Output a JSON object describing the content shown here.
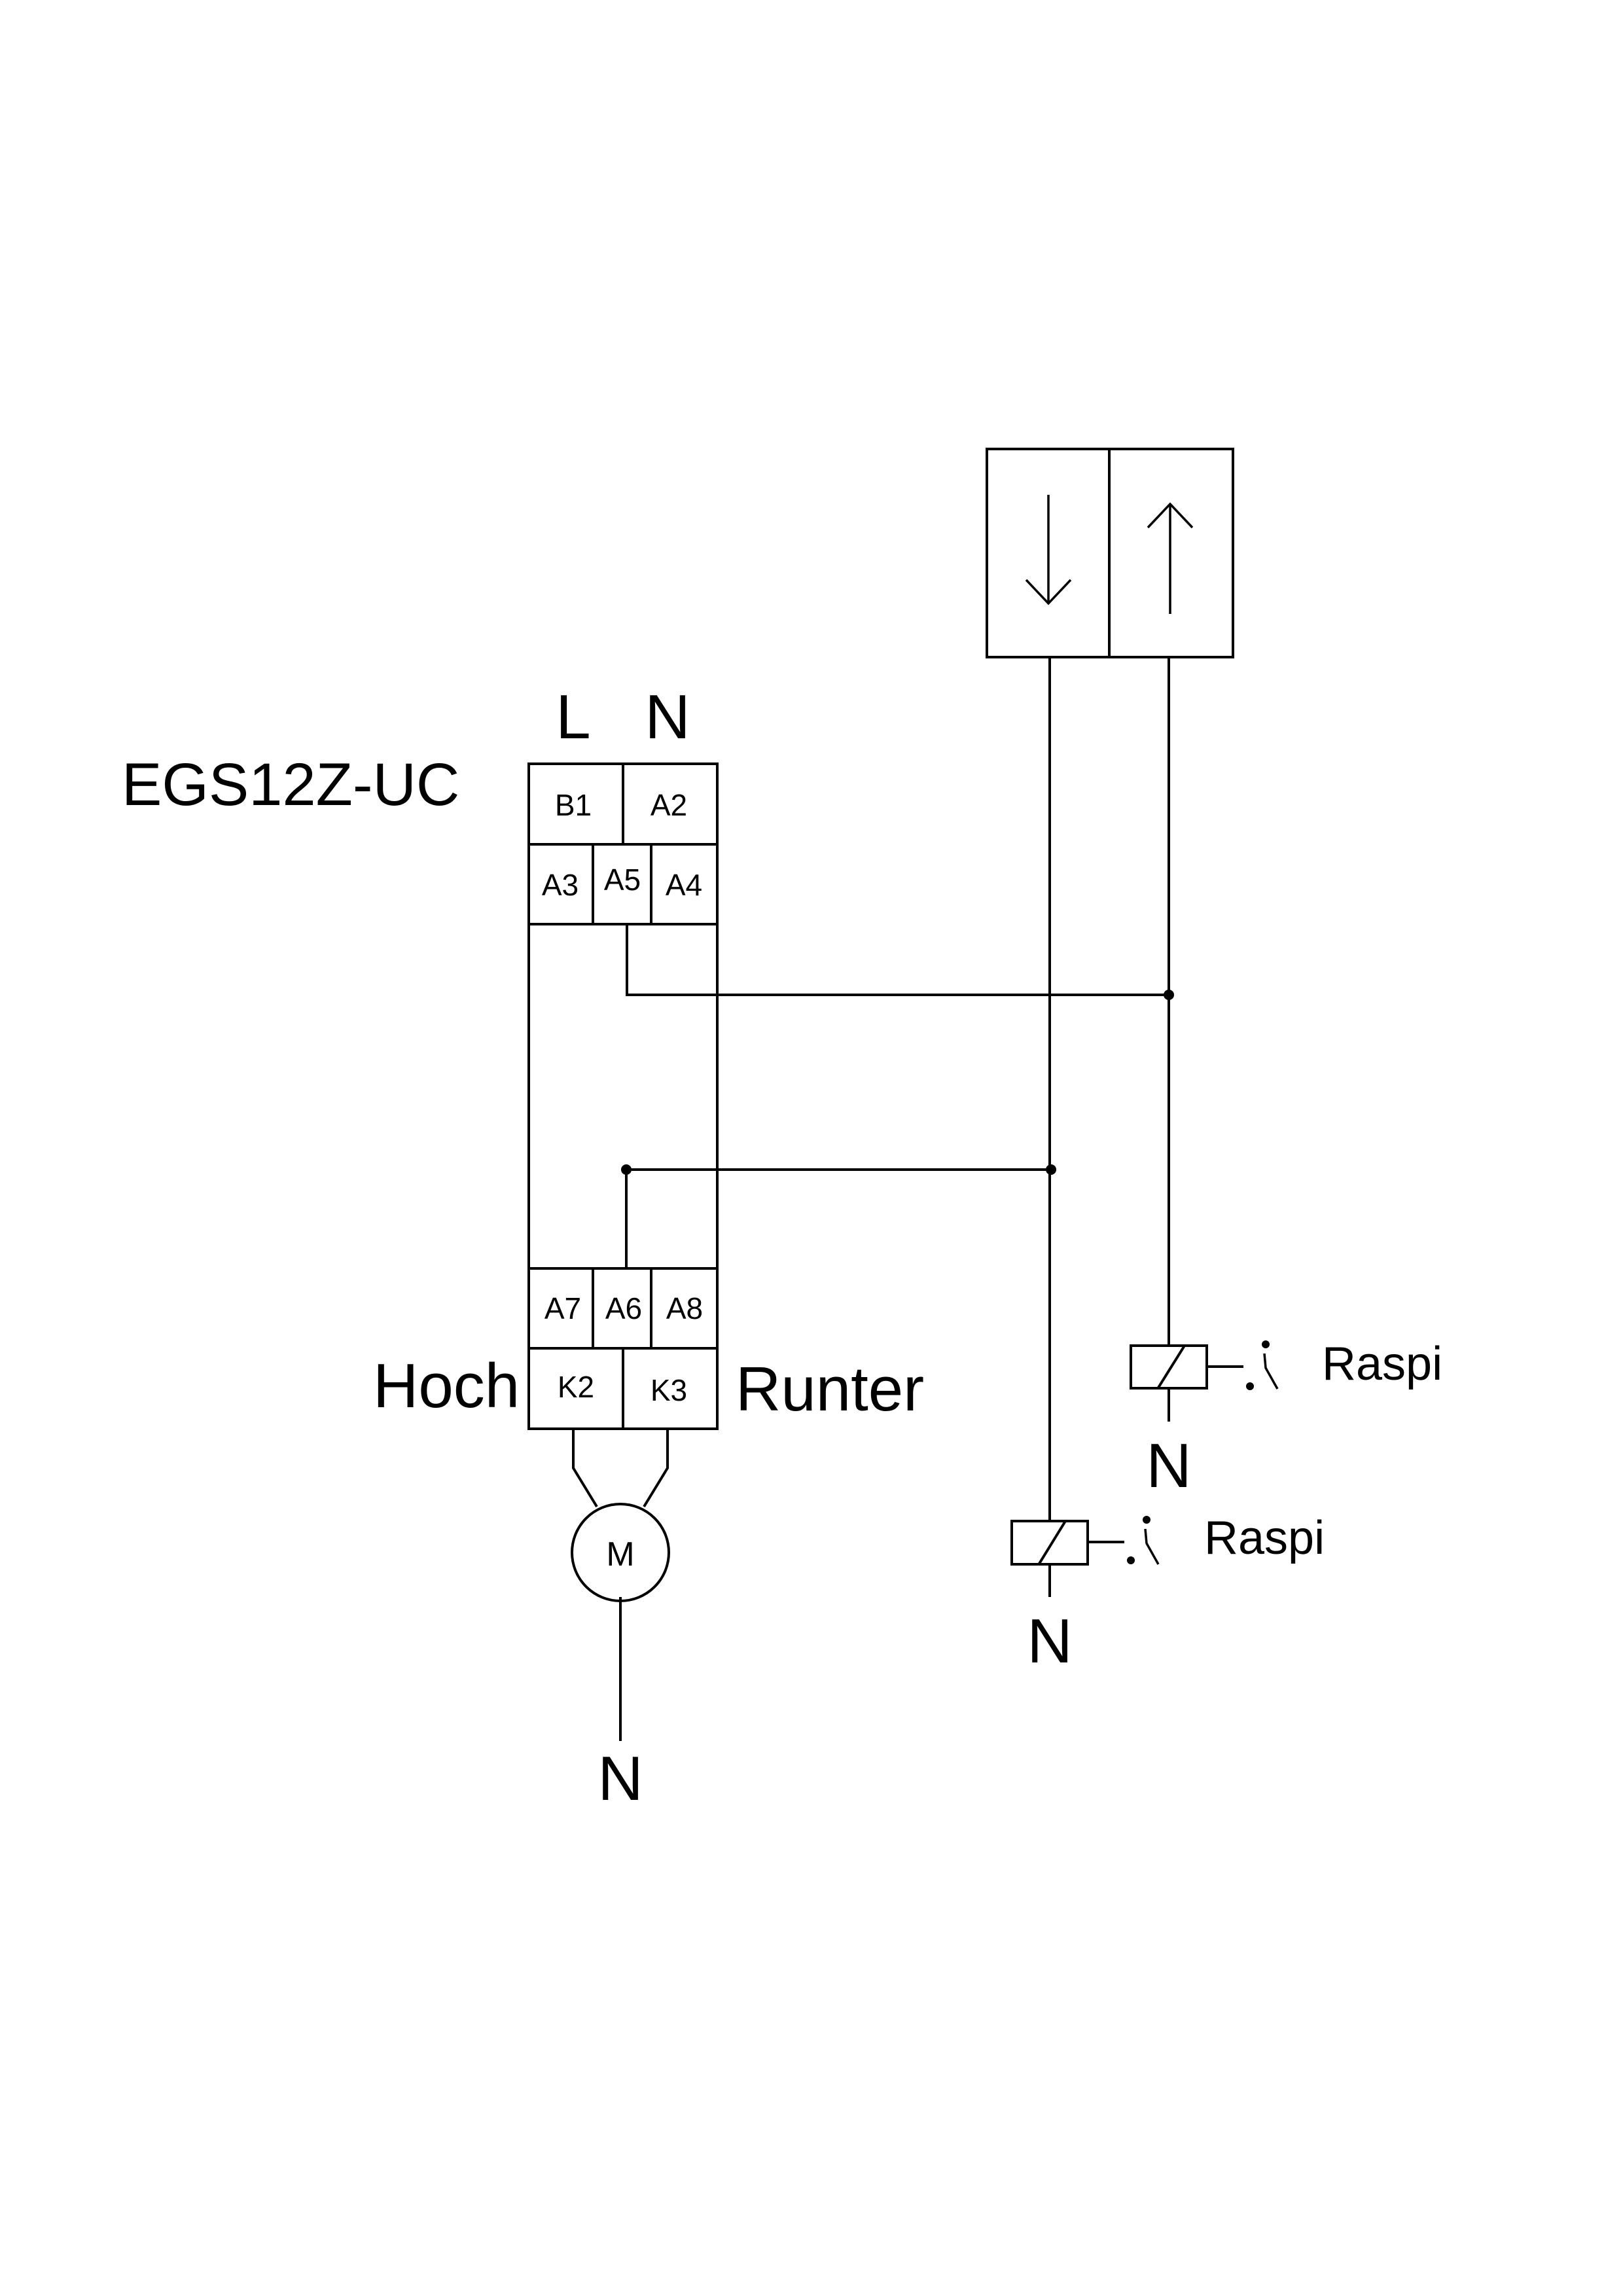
{
  "device": {
    "name": "EGS12Z-UC",
    "supply_l": "L",
    "supply_n": "N",
    "terminals": {
      "b1": "B1",
      "a2": "A2",
      "a3": "A3",
      "a5": "A5",
      "a4": "A4",
      "a7": "A7",
      "a6": "A6",
      "a8": "A8",
      "k2": "K2",
      "k3": "K3"
    },
    "label_up": "Hoch",
    "label_down": "Runter"
  },
  "motor": {
    "symbol": "M",
    "neutral": "N"
  },
  "switch_panel": {
    "left_icon": "arrow-down-icon",
    "right_icon": "arrow-up-icon"
  },
  "relay_upper": {
    "label": "Raspi",
    "neutral": "N"
  },
  "relay_lower": {
    "label": "Raspi",
    "neutral": "N"
  }
}
